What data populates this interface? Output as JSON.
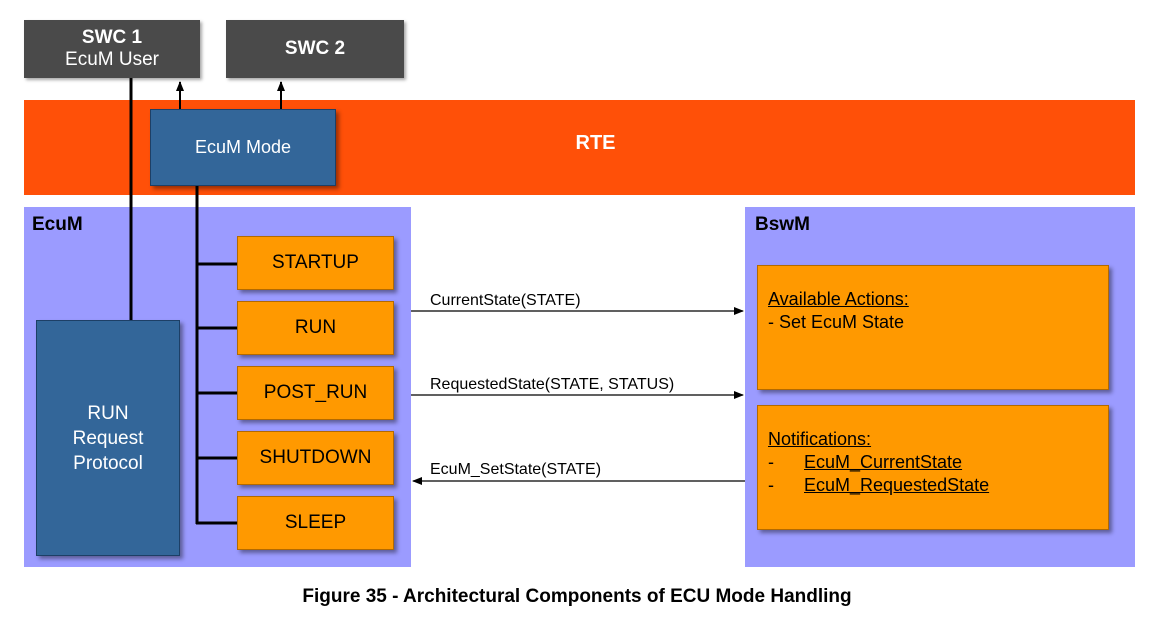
{
  "swc1": {
    "title": "SWC 1",
    "subtitle": "EcuM User"
  },
  "swc2": {
    "title": "SWC 2"
  },
  "rte": {
    "label": "RTE"
  },
  "ecum_mode": {
    "label": "EcuM Mode"
  },
  "ecum": {
    "title": "EcuM",
    "run_request": [
      "RUN",
      "Request",
      "Protocol"
    ],
    "states": [
      "STARTUP",
      "RUN",
      "POST_RUN",
      "SHUTDOWN",
      "SLEEP"
    ]
  },
  "bswm": {
    "title": "BswM",
    "actions": {
      "heading": "Available Actions:",
      "items": [
        "- Set EcuM State"
      ]
    },
    "notifications": {
      "heading": "Notifications:",
      "items": [
        {
          "dash": "-",
          "name": "EcuM_CurrentState"
        },
        {
          "dash": "-",
          "name": "EcuM_RequestedState"
        }
      ]
    }
  },
  "interfaces": {
    "current_state": "CurrentState(STATE)",
    "requested_state": "RequestedState(STATE,  STATUS)",
    "set_state": "EcuM_SetState(STATE)"
  },
  "caption": "Figure 35 - Architectural Components of ECU Mode Handling",
  "colors": {
    "rte": "#ff5008",
    "panel": "#9b9bff",
    "blue_box": "#336699",
    "state_box": "#ff9900",
    "swc_box": "#4a4a4a"
  }
}
